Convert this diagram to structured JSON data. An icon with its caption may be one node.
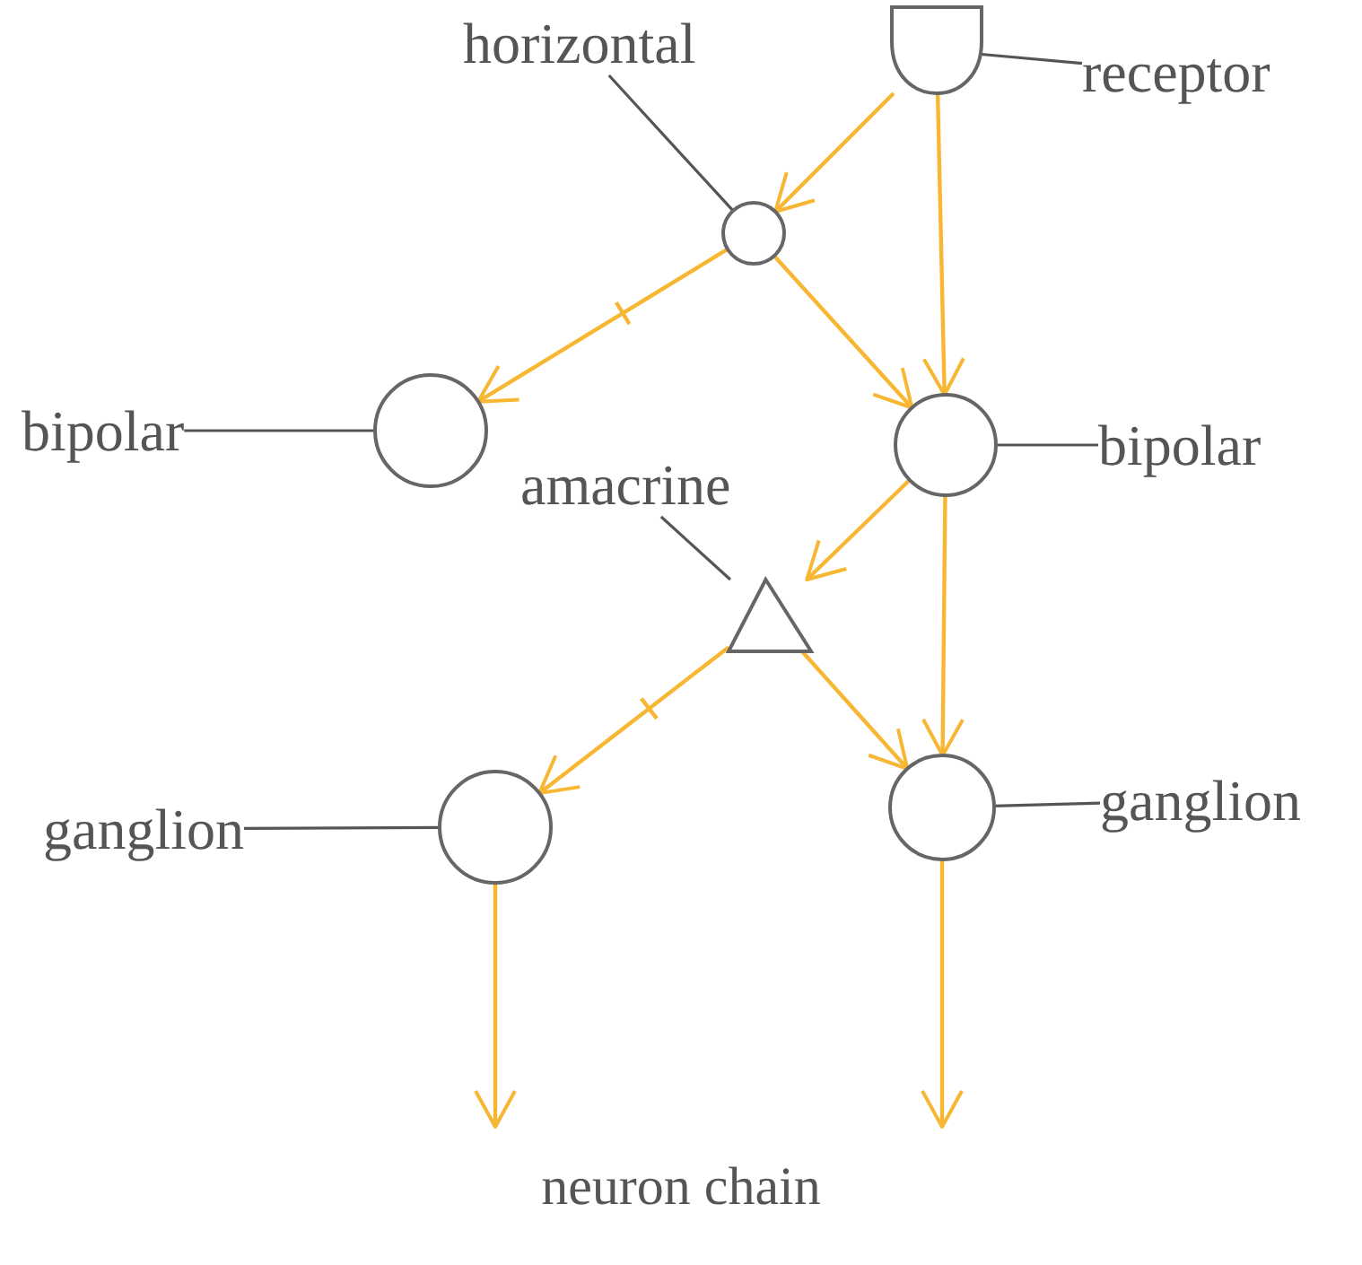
{
  "diagram": {
    "caption": "neuron chain",
    "nodes": [
      {
        "text": [
          "receptor"
        ]
      },
      {
        "text": [],
        "shape": "cup"
      },
      {
        "text": [
          "horizontal"
        ]
      },
      {
        "text": [],
        "shape": "circle"
      },
      {
        "text": [
          "bipolar"
        ]
      },
      {
        "text": [],
        "shape": "circle"
      },
      {
        "text": [],
        "shape": "circle"
      },
      {
        "text": [
          "bipolar"
        ]
      },
      {
        "text": [
          "amacrine"
        ]
      },
      {
        "text": [],
        "shape": "triangle"
      },
      {
        "text": [
          "ganglion"
        ]
      },
      {
        "text": [],
        "shape": "circle"
      },
      {
        "text": [],
        "shape": "circle"
      },
      {
        "text": [
          "ganglion"
        ]
      }
    ],
    "edges": [
      {
        "from": 0,
        "to": 1,
        "arrow": "none",
        "color": "#555555"
      },
      {
        "from": 2,
        "to": 3,
        "arrow": "none",
        "color": "#555555"
      },
      {
        "from": 4,
        "to": 5,
        "arrow": "none",
        "color": "#555555"
      },
      {
        "from": 7,
        "to": 6,
        "arrow": "none",
        "color": "#555555"
      },
      {
        "from": 8,
        "to": 9,
        "arrow": "none",
        "color": "#555555"
      },
      {
        "from": 10,
        "to": 11,
        "arrow": "none",
        "color": "#555555"
      },
      {
        "from": 13,
        "to": 12,
        "arrow": "none",
        "color": "#555555"
      },
      {
        "from": 1,
        "to": 3,
        "arrow": "to"
      },
      {
        "from": 1,
        "to": 6,
        "arrow": "to"
      },
      {
        "from": 3,
        "to": 5,
        "arrow": "to"
      },
      {
        "from": 3,
        "to": 6,
        "arrow": "to"
      },
      {
        "from": 6,
        "to": 9,
        "arrow": "to"
      },
      {
        "from": 6,
        "to": 12,
        "arrow": "to"
      },
      {
        "from": 9,
        "to": 11,
        "arrow": "to"
      },
      {
        "from": 9,
        "to": 12,
        "arrow": "to"
      },
      {
        "from": 11,
        "to": null,
        "arrow": "to"
      },
      {
        "from": 12,
        "to": null,
        "arrow": "to"
      }
    ]
  }
}
